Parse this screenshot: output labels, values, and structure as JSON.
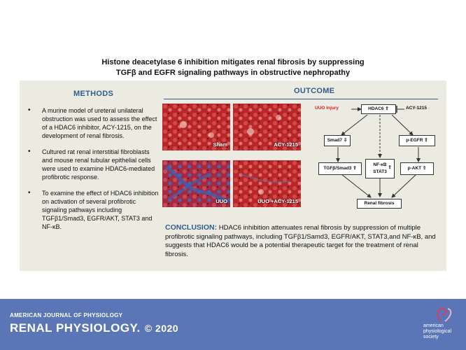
{
  "title": {
    "line1": "Histone deacetylase 6 inhibition mitigates renal fibrosis by suppressing",
    "line2": "TGFβ and EGFR signaling pathways in obstructive nephropathy"
  },
  "methods": {
    "heading": "METHODS",
    "bullets": [
      "A murine model of ureteral unilateral obstruction was used to assess the effect of a HDAC6 inhibitor, ACY-1215, on the development of renal fibrosis.",
      "Cultured rat renal interstitial fibroblasts and mouse renal tubular epithelial cells were used to examine HDAC6-mediated profibrotic response.",
      "To examine the effect of HDAC6 inhibition on activation of several profibrotic signaling pathways including TGFβ1/Smad3, EGFR/AKT, STAT3 and NF-κB."
    ]
  },
  "outcome": {
    "heading": "OUTCOME",
    "images": [
      "Sham",
      "ACY-1215",
      "UUO",
      "UUO +ACY-1215"
    ],
    "diagram": {
      "uuo_injury": "UUO Injury",
      "hdac6": "HDAC6",
      "acy": "ACY-1215",
      "smad7": "Smad7",
      "pegfr": "p-EGFR",
      "tgfb": "TGFβ/Smad3",
      "nfkb": "NF-κB",
      "stat3": "STAT3",
      "pakt": "p-AKT",
      "renal": "Renal fibrosis"
    }
  },
  "conclusion": {
    "heading": "CONCLUSION:",
    "text_line1": "HDAC6 inhibition attenuates renal fibrosis by suppression",
    "text_rest": "of multiple profibrotic signaling pathways, including TGFβ1/Samd3, EGFR/AKT, STAT3,and NF-κB, and suggests that HDAC6 would be a potential therapeutic target for the treatment of renal fibrosis."
  },
  "footer": {
    "journal_top": "AMERICAN JOURNAL OF PHYSIOLOGY",
    "journal_main": "RENAL PHYSIOLOGY.",
    "year": "© 2020",
    "society_line1": "american",
    "society_line2": "physiological",
    "society_line3": "society"
  },
  "colors": {
    "accent": "#2f5c8f",
    "footer": "#5b76b6",
    "panel": "#ecebe1",
    "uuo_red": "#d42020"
  }
}
